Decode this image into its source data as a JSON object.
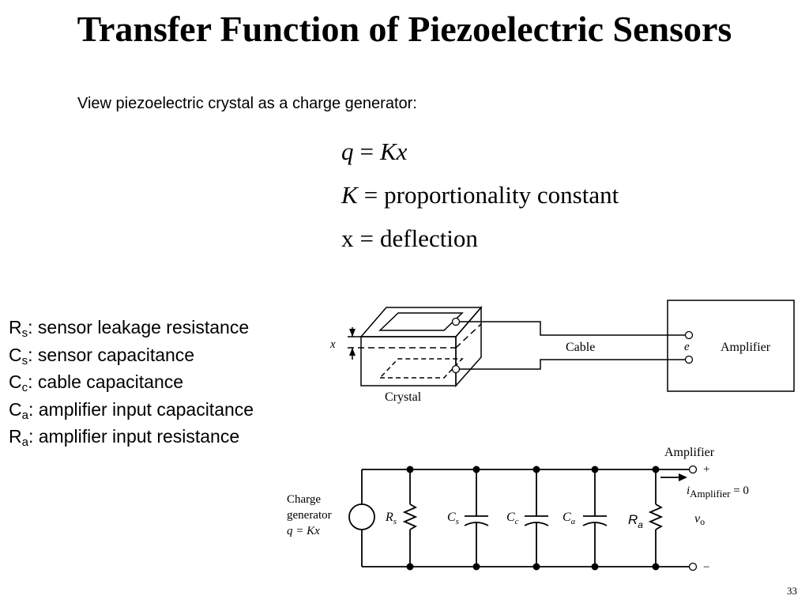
{
  "slide": {
    "title": "Transfer Function of Piezoelectric Sensors",
    "subtitle": "View piezoelectric crystal as a charge generator:",
    "page_number": "33"
  },
  "equations": {
    "eq1": {
      "lhs": "q",
      "op": "=",
      "rhs": "Kx"
    },
    "eq2": {
      "lhs": "K",
      "op": "=",
      "rhs": "proportionality constant"
    },
    "eq3": {
      "lhs": "x",
      "op": "=",
      "rhs": "deflection"
    }
  },
  "definitions": [
    {
      "sym": "R",
      "sub": "s",
      "text": ": sensor leakage resistance"
    },
    {
      "sym": "C",
      "sub": "s",
      "text": ": sensor capacitance"
    },
    {
      "sym": "C",
      "sub": "c",
      "text": ": cable capacitance"
    },
    {
      "sym": "C",
      "sub": "a",
      "text": ": amplifier input capacitance"
    },
    {
      "sym": "R",
      "sub": "a",
      "text": ": amplifier input resistance"
    }
  ],
  "crystal_diagram": {
    "x_label": "x",
    "cable_label": "Cable",
    "e_label": "e",
    "amplifier_label": "Amplifier",
    "crystal_label": "Crystal"
  },
  "circuit": {
    "amplifier_label": "Amplifier",
    "charge_gen": {
      "line1": "Charge",
      "line2": "generator",
      "line3": "q = Kx"
    },
    "rs": {
      "main": "R",
      "sub": "s"
    },
    "cs": {
      "main": "C",
      "sub": "s"
    },
    "cc": {
      "main": "C",
      "sub": "c"
    },
    "ca": {
      "main": "C",
      "sub": "a"
    },
    "ra": {
      "main": "R",
      "sub": "a",
      "color": "#008000"
    },
    "plus": "+",
    "minus": "−",
    "i_amp": {
      "main": "i",
      "sub": "Amplifier",
      "rest": " = 0"
    },
    "vo": {
      "main": "v",
      "sub": "o"
    }
  }
}
